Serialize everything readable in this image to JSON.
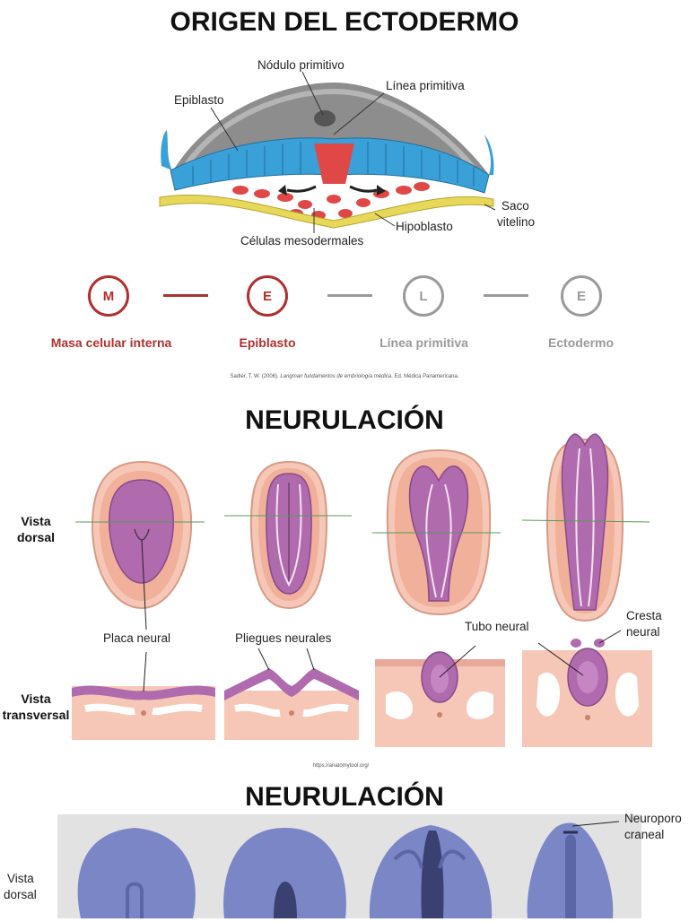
{
  "section1": {
    "title": "ORIGEN DEL ECTODERMO",
    "labels": {
      "nodulo": "Nódulo primitivo",
      "linea": "Línea primitiva",
      "epiblasto": "Epiblasto",
      "saco_1": "Saco",
      "saco_2": "vitelino",
      "hipoblasto": "Hipoblasto",
      "celulas": "Células mesodermales"
    },
    "steps": [
      {
        "letter": "M",
        "label": "Masa celular interna",
        "color": "#b03030"
      },
      {
        "letter": "E",
        "label": "Epiblasto",
        "color": "#b03030"
      },
      {
        "letter": "L",
        "label": "Línea primitiva",
        "color": "#9a9a9a"
      },
      {
        "letter": "E",
        "label": "Ectodermo",
        "color": "#9a9a9a"
      }
    ],
    "citation_pre": "Sadler, T. W. (2006). ",
    "citation_italic": "Langman fundamentos de embriología médica",
    "citation_post": ". Ed. Médica Panamericana."
  },
  "section2": {
    "title": "NEURULACIÓN",
    "side_dorsal_1": "Vista",
    "side_dorsal_2": "dorsal",
    "side_trans_1": "Vista",
    "side_trans_2": "transversal",
    "labels": {
      "placa": "Placa neural",
      "pliegues": "Pliegues neurales",
      "tubo": "Tubo neural",
      "cresta_1": "Cresta",
      "cresta_2": "neural"
    },
    "source": "https://anatomytool.org/"
  },
  "section3": {
    "title": "NEURULACIÓN",
    "side_1": "Vista",
    "side_2": "dorsal",
    "neuroporo_1": "Neuroporo",
    "neuroporo_2": "craneal"
  },
  "colors": {
    "accent_red": "#b03030",
    "inactive_gray": "#9a9a9a",
    "neural_purple": "#b06aae",
    "embryo_peach": "#f0b09a",
    "epiblast_blue": "#3aa0d8",
    "model_blue": "#7a86c6"
  }
}
